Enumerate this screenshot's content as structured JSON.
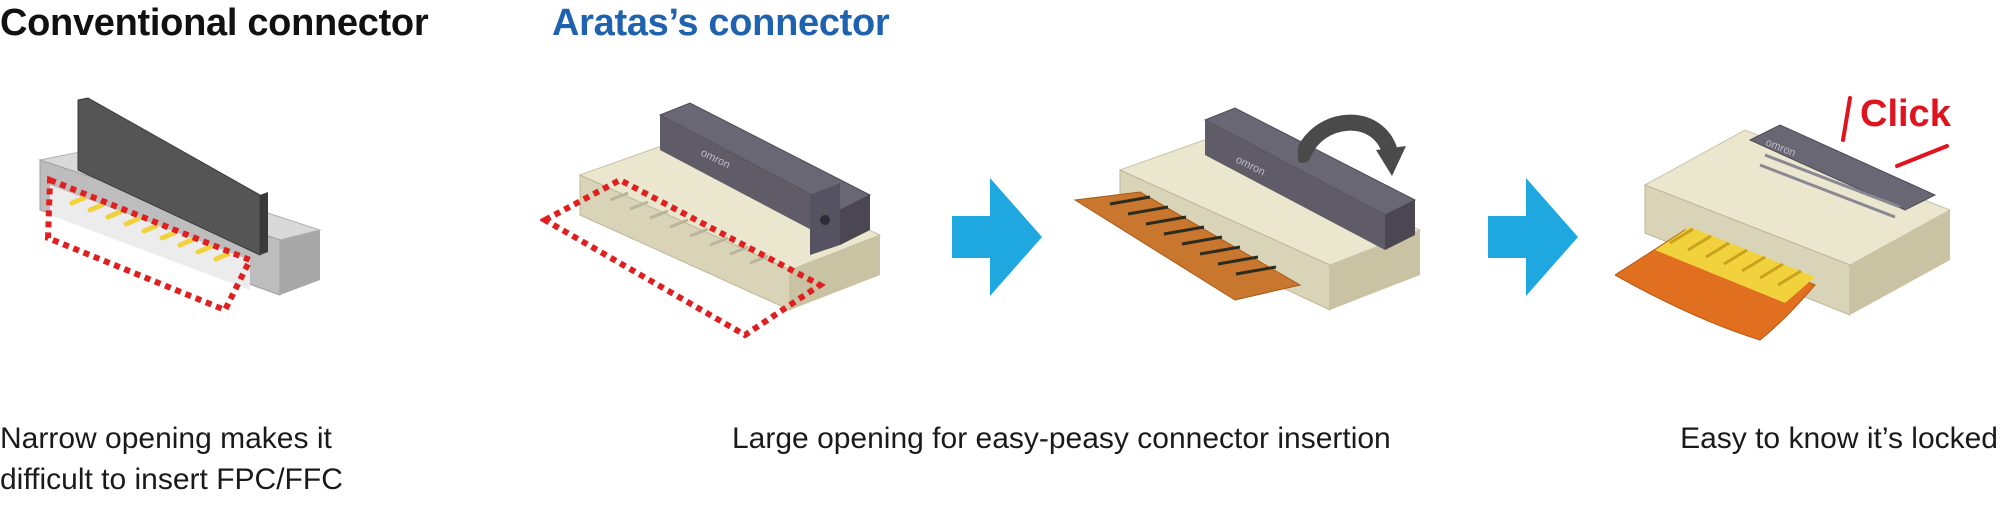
{
  "headings": {
    "conventional": "Conventional connector",
    "aratas": "Aratas’s connector"
  },
  "captions": {
    "conventional_line1": "Narrow opening makes it",
    "conventional_line2": "difficult to insert FPC/FFC",
    "large_opening": "Large opening for easy-peasy connector insertion",
    "locked": "Easy to know it’s locked"
  },
  "labels": {
    "click": "Click",
    "brand_mark": "omron"
  },
  "colors": {
    "aratas_blue": "#1f63b0",
    "arrow_blue": "#1fa8e0",
    "highlight_red": "#e02020",
    "click_red": "#e0141e",
    "fpc_orange": "#e07020",
    "contact_yellow": "#f2d23c",
    "housing_beige": "#e6e2c8",
    "actuator_gray": "#5f5c68"
  },
  "icons": [
    "right-arrow-icon",
    "rotate-arrow-icon"
  ]
}
